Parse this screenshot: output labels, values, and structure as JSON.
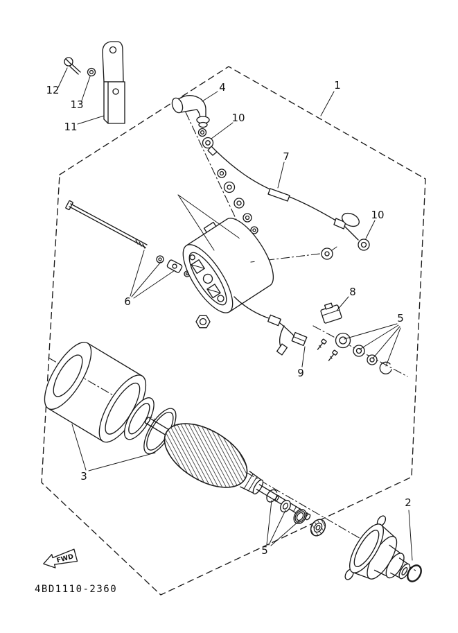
{
  "diagram": {
    "code": "4BD1110-2360",
    "fwd": "FWD",
    "background": "#ffffff",
    "line_color": "#1a1a1a"
  },
  "callouts": {
    "c1": "1",
    "c2": "2",
    "c3": "3",
    "c4": "4",
    "c5_right": "5",
    "c5_bottom": "5",
    "c6": "6",
    "c7": "7",
    "c8": "8",
    "c9": "9",
    "c10_top": "10",
    "c10_right": "10",
    "c11": "11",
    "c12": "12",
    "c13": "13"
  }
}
